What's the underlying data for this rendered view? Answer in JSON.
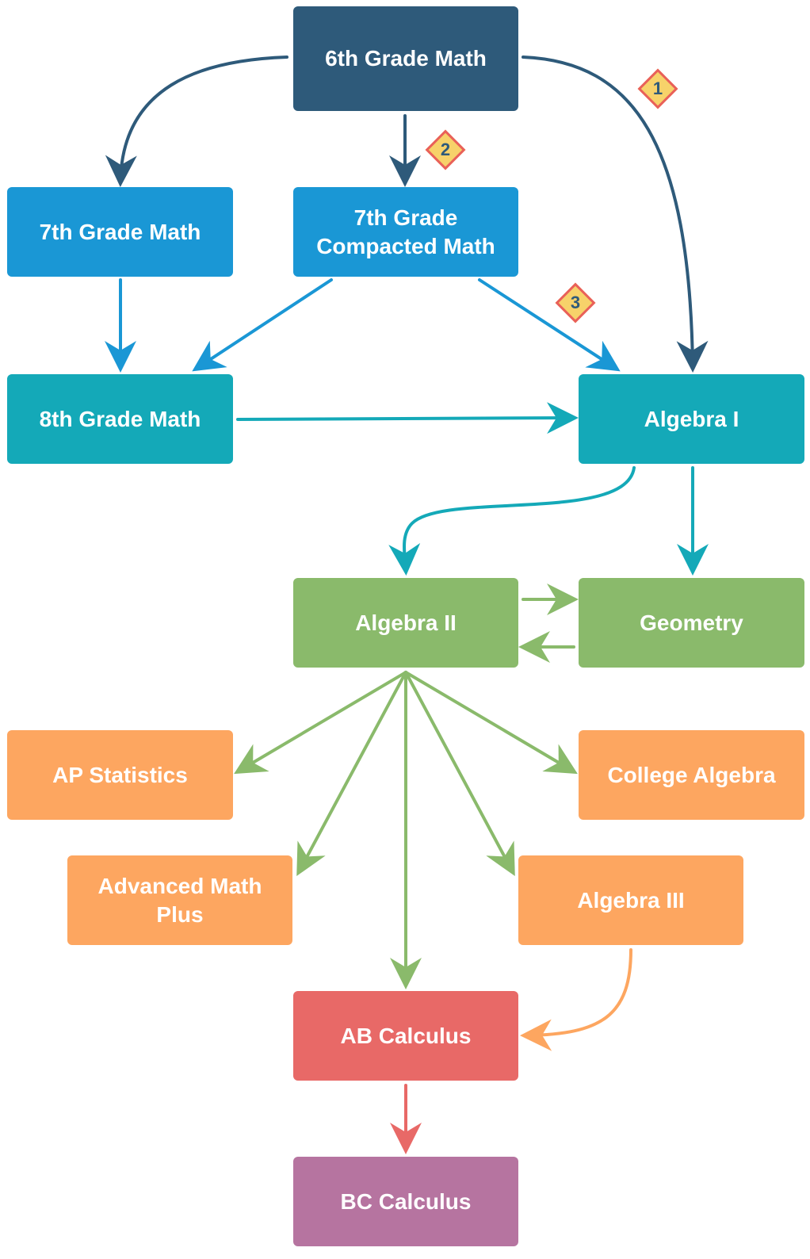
{
  "colors": {
    "navy": "#2e5a7a",
    "blue": "#1a97d5",
    "teal": "#14a9b8",
    "green": "#8aba6b",
    "orange": "#fda660",
    "red": "#e86967",
    "purple": "#b674a0"
  },
  "nodes": {
    "grade6": "6th Grade Math",
    "grade7": "7th Grade Math",
    "grade7c": "7th Grade\nCompacted Math",
    "grade8": "8th Grade Math",
    "algebra1": "Algebra I",
    "algebra2": "Algebra II",
    "geometry": "Geometry",
    "ap_statistics": "AP Statistics",
    "college_algebra": "College Algebra",
    "advanced_math_plus": "Advanced Math\nPlus",
    "algebra3": "Algebra III",
    "ab_calculus": "AB Calculus",
    "bc_calculus": "BC Calculus"
  },
  "badges": {
    "b1": "1",
    "b2": "2",
    "b3": "3"
  }
}
